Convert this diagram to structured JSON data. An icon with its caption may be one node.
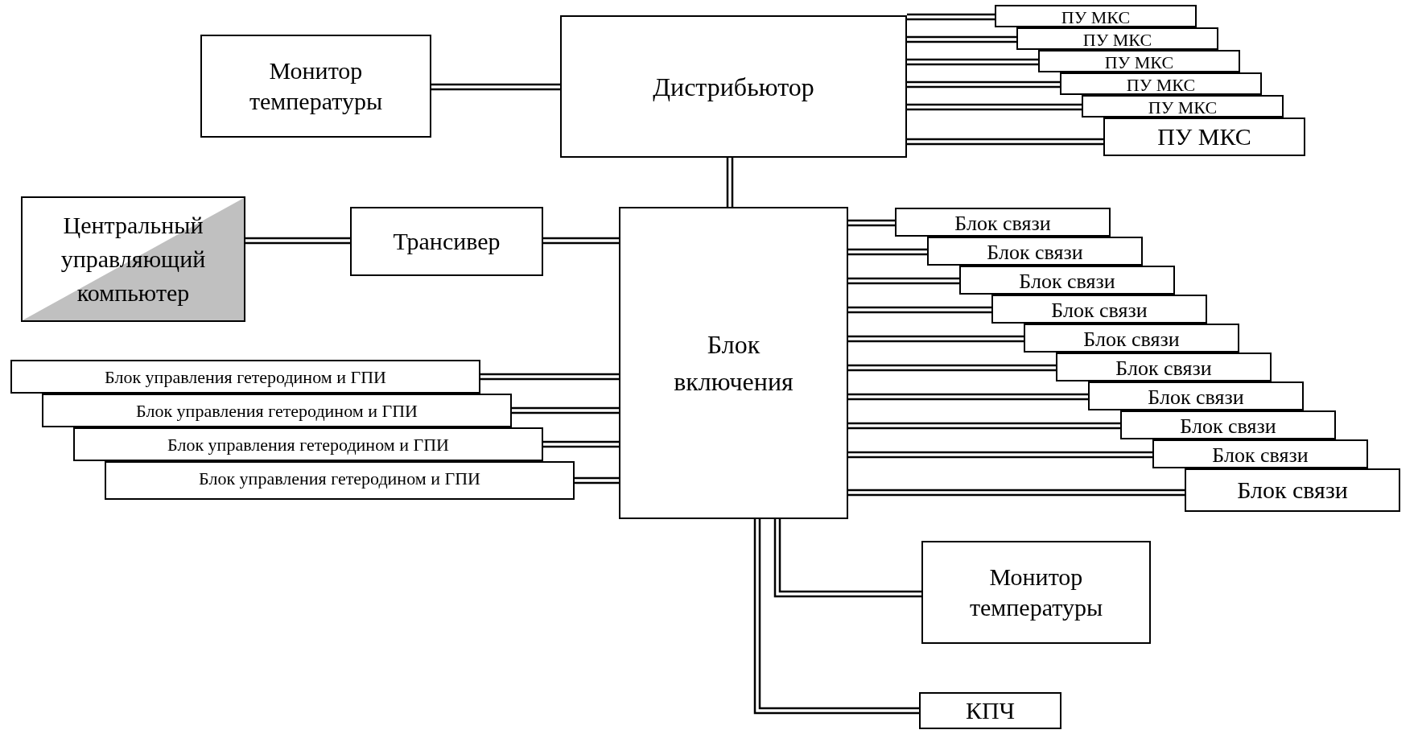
{
  "diagram": {
    "nodes": [
      {
        "text": [
          "Монитор температуры"
        ]
      },
      {
        "text": [
          "Дистрибьютор"
        ]
      },
      {
        "text": [
          "ПУ МКС"
        ]
      },
      {
        "text": [
          "ПУ МКС"
        ]
      },
      {
        "text": [
          "ПУ МКС"
        ]
      },
      {
        "text": [
          "ПУ МКС"
        ]
      },
      {
        "text": [
          "ПУ МКС"
        ]
      },
      {
        "text": [
          "ПУ МКС"
        ]
      },
      {
        "text": [
          "Центральный управляющий компьютер"
        ]
      },
      {
        "text": [
          "Трансивер"
        ]
      },
      {
        "text": [
          "Блок включения"
        ]
      },
      {
        "text": [
          "Блок связи"
        ]
      },
      {
        "text": [
          "Блок связи"
        ]
      },
      {
        "text": [
          "Блок связи"
        ]
      },
      {
        "text": [
          "Блок связи"
        ]
      },
      {
        "text": [
          "Блок связи"
        ]
      },
      {
        "text": [
          "Блок связи"
        ]
      },
      {
        "text": [
          "Блок связи"
        ]
      },
      {
        "text": [
          "Блок связи"
        ]
      },
      {
        "text": [
          "Блок связи"
        ]
      },
      {
        "text": [
          "Блок связи"
        ]
      },
      {
        "text": [
          "Блок управления гетеродином и ГПИ"
        ]
      },
      {
        "text": [
          "Блок управления гетеродином и ГПИ"
        ]
      },
      {
        "text": [
          "Блок управления гетеродином и ГПИ"
        ]
      },
      {
        "text": [
          "Блок управления гетеродином и ГПИ"
        ]
      },
      {
        "text": [
          "Монитор температуры"
        ]
      },
      {
        "text": [
          "КПЧ"
        ]
      }
    ],
    "edges": [
      {
        "from": 0,
        "to": 1,
        "arrow": "none"
      },
      {
        "from": 1,
        "to": 2,
        "arrow": "none"
      },
      {
        "from": 1,
        "to": 3,
        "arrow": "none"
      },
      {
        "from": 1,
        "to": 4,
        "arrow": "none"
      },
      {
        "from": 1,
        "to": 5,
        "arrow": "none"
      },
      {
        "from": 1,
        "to": 6,
        "arrow": "none"
      },
      {
        "from": 1,
        "to": 7,
        "arrow": "none"
      },
      {
        "from": 1,
        "to": 10,
        "arrow": "none"
      },
      {
        "from": 8,
        "to": 9,
        "arrow": "none"
      },
      {
        "from": 9,
        "to": 10,
        "arrow": "none"
      },
      {
        "from": 10,
        "to": 11,
        "arrow": "none"
      },
      {
        "from": 10,
        "to": 12,
        "arrow": "none"
      },
      {
        "from": 10,
        "to": 13,
        "arrow": "none"
      },
      {
        "from": 10,
        "to": 14,
        "arrow": "none"
      },
      {
        "from": 10,
        "to": 15,
        "arrow": "none"
      },
      {
        "from": 10,
        "to": 16,
        "arrow": "none"
      },
      {
        "from": 10,
        "to": 17,
        "arrow": "none"
      },
      {
        "from": 10,
        "to": 18,
        "arrow": "none"
      },
      {
        "from": 10,
        "to": 19,
        "arrow": "none"
      },
      {
        "from": 10,
        "to": 20,
        "arrow": "none"
      },
      {
        "from": 21,
        "to": 10,
        "arrow": "none"
      },
      {
        "from": 22,
        "to": 10,
        "arrow": "none"
      },
      {
        "from": 23,
        "to": 10,
        "arrow": "none"
      },
      {
        "from": 24,
        "to": 10,
        "arrow": "none"
      },
      {
        "from": 10,
        "to": 25,
        "arrow": "none"
      },
      {
        "from": 10,
        "to": 26,
        "arrow": "none"
      }
    ]
  }
}
